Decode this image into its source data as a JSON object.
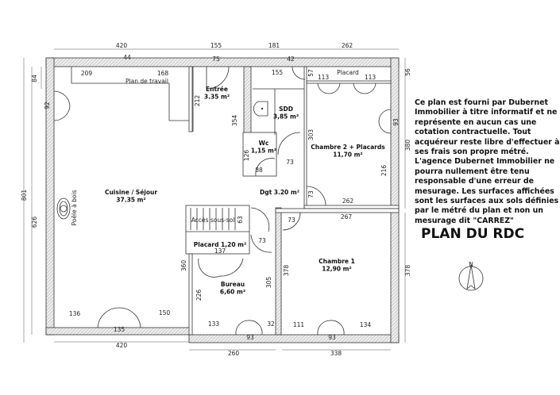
{
  "plan": {
    "title": "PLAN DU RDC",
    "disclaimer": "Ce plan est fourni par Dubernet Immobilier à titre informatif et ne représente en aucun cas une cotation contractuelle. Tout acquéreur reste libre d'effectuer à ses frais son propre métré. L'agence  Dubernet Immobilier ne pourra nullement être tenu responsable d'une erreur de mesurage. Les surfaces affichées sont les surfaces aux sols définies par le métré du plan et non un mesurage dit \"CARREZ\"",
    "compass_label": "N",
    "worktop_label": "Plan de travail",
    "stove_label": "Poêle à bois",
    "closet_label": "Placard",
    "basement_access_label": "Accès sous-sol"
  },
  "rooms": [
    {
      "name": "Entrée",
      "area": "3.35 m²"
    },
    {
      "name": "SDD",
      "area": "3,85 m²"
    },
    {
      "name": "Wc",
      "area": "1,15 m²"
    },
    {
      "name": "Chambre 2 + Placards",
      "area": "11,70 m²"
    },
    {
      "name": "Dgt 3.20 m²",
      "area": ""
    },
    {
      "name": "Cuisine / Séjour",
      "area": "37.35 m²"
    },
    {
      "name": "Placard 1,20 m²",
      "area": ""
    },
    {
      "name": "Chambre 1",
      "area": "12,90 m²"
    },
    {
      "name": "Bureau",
      "area": "6,60 m²"
    }
  ],
  "dimensions": [
    "420",
    "44",
    "209",
    "168",
    "84",
    "92",
    "212",
    "155",
    "75",
    "181",
    "42",
    "155",
    "262",
    "57",
    "113",
    "113",
    "56",
    "354",
    "303",
    "93",
    "380",
    "126",
    "88",
    "73",
    "216",
    "73",
    "262",
    "267",
    "63",
    "73",
    "137",
    "73",
    "360",
    "378",
    "305",
    "226",
    "136",
    "150",
    "135",
    "133",
    "32",
    "111",
    "134",
    "93",
    "93",
    "420",
    "260",
    "338",
    "626",
    "801",
    "378"
  ]
}
